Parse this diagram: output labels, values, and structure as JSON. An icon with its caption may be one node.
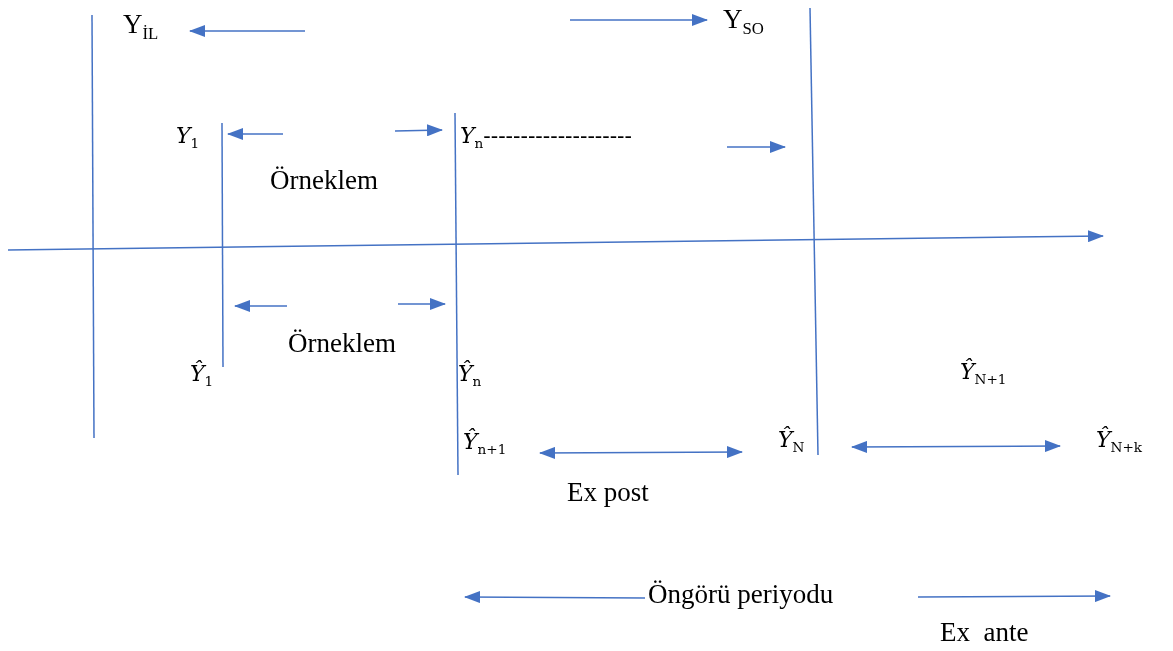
{
  "diagram": {
    "labels": [
      "Y$_{İL}$",
      "Y$_{SO}$",
      "*Y*$_{1}$",
      "*Y*$_{n}$--------------------",
      "Örneklem",
      "Örneklem",
      "*Ŷ*$_{1}$",
      "*Ŷ*$_{n}$",
      "*Ŷ*$_{N+1}$",
      "*Ŷ*$_{n+1}$",
      "*Ŷ*$_{N}$",
      "*Ŷ*$_{N+k}$",
      "Ex post",
      "Öngörü periyodu",
      "Ex  ante"
    ]
  }
}
